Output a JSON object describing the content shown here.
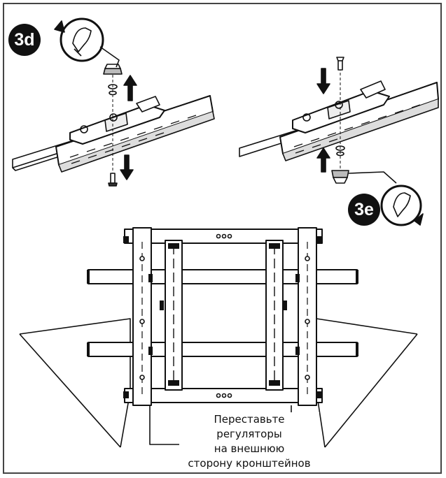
{
  "steps": [
    {
      "id": "3d",
      "label": "3d",
      "rotation": "counter-clockwise"
    },
    {
      "id": "3e",
      "label": "3e",
      "rotation": "clockwise"
    }
  ],
  "caption": {
    "lines": [
      "Переставьте",
      "регуляторы",
      "на внешнюю",
      "сторону кронштейнов"
    ]
  },
  "icons": [
    "hand-rotate-icon",
    "arrow-up-icon",
    "arrow-down-icon",
    "bolt-icon",
    "knob-icon"
  ]
}
